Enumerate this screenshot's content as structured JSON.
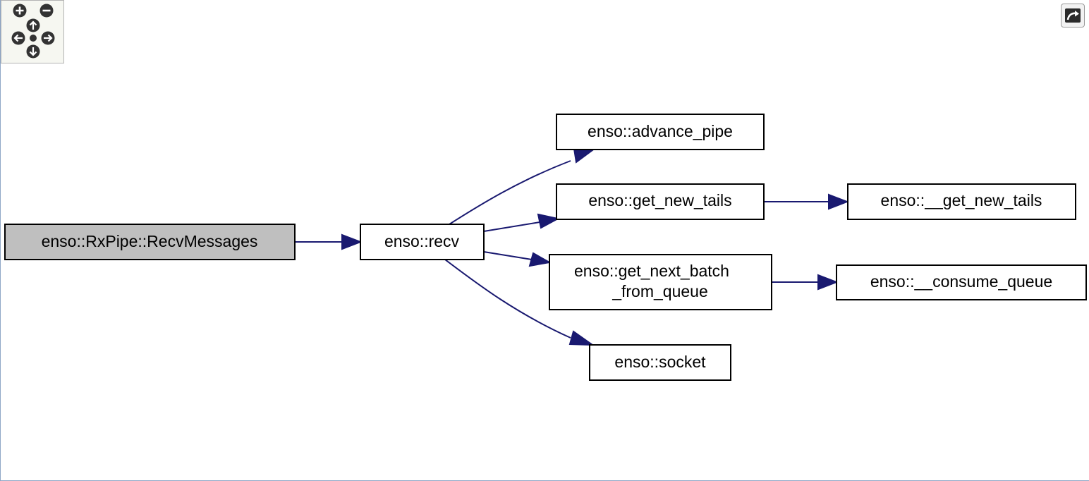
{
  "graph": {
    "nodes": {
      "recv_messages": "enso::RxPipe::RecvMessages",
      "recv": "enso::recv",
      "advance_pipe": "enso::advance_pipe",
      "get_new_tails": "enso::get_new_tails",
      "get_next_batch_line1": "enso::get_next_batch",
      "get_next_batch_line2": "_from_queue",
      "socket": "enso::socket",
      "inner_get_new_tails": "enso::__get_new_tails",
      "consume_queue": "enso::__consume_queue"
    },
    "edges": [
      {
        "from": "enso::RxPipe::RecvMessages",
        "to": "enso::recv"
      },
      {
        "from": "enso::recv",
        "to": "enso::advance_pipe"
      },
      {
        "from": "enso::recv",
        "to": "enso::get_new_tails"
      },
      {
        "from": "enso::recv",
        "to": "enso::get_next_batch_from_queue"
      },
      {
        "from": "enso::recv",
        "to": "enso::socket"
      },
      {
        "from": "enso::get_new_tails",
        "to": "enso::__get_new_tails"
      },
      {
        "from": "enso::get_next_batch_from_queue",
        "to": "enso::__consume_queue"
      }
    ]
  },
  "controls": {
    "zoom_in_icon": "plus-circle-icon",
    "zoom_out_icon": "minus-circle-icon",
    "pan_icons": [
      "arrow-up-icon",
      "arrow-left-icon",
      "arrow-right-icon",
      "arrow-down-icon"
    ],
    "reset_icon": "center-dot-icon",
    "expand_icon": "curved-arrow-icon"
  },
  "colors": {
    "edge": "#191970",
    "root_fill": "#bfbfbf",
    "node_fill": "#ffffff",
    "frame_border": "#8ea6c6"
  }
}
